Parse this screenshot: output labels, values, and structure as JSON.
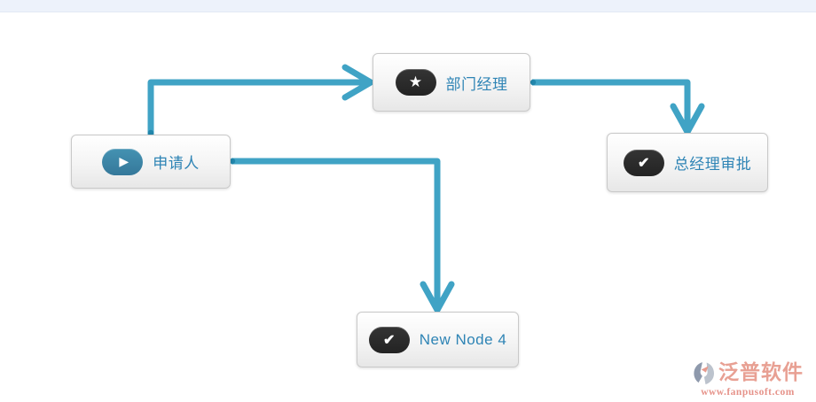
{
  "page": {
    "background": "#ffffff",
    "topbar_color": "#edf2fb"
  },
  "icons": {
    "play": "▶",
    "star": "★",
    "check": "✔"
  },
  "flowchart": {
    "connector_color": "#40a3c5",
    "endpoint_color": "#2286ab",
    "label_color": "#2e84b5",
    "nodes": [
      {
        "id": "applicant",
        "label": "申请人",
        "icon": "play-icon",
        "icon_bg": "#3a87a9"
      },
      {
        "id": "department-manager",
        "label": "部门经理",
        "icon": "star-icon",
        "icon_bg": "#2d2d2d"
      },
      {
        "id": "general-manager-approval",
        "label": "总经理审批",
        "icon": "check-icon",
        "icon_bg": "#2d2d2d"
      },
      {
        "id": "new-node-4",
        "label": "New Node 4",
        "icon": "check-icon",
        "icon_bg": "#2d2d2d"
      }
    ],
    "connections": [
      {
        "from": "applicant",
        "to": "department-manager"
      },
      {
        "from": "department-manager",
        "to": "general-manager-approval"
      },
      {
        "from": "applicant",
        "to": "new-node-4"
      }
    ]
  },
  "watermark": {
    "brand": "泛普软件",
    "url": "www.fanpusoft.com",
    "text_color": "#e8a093"
  }
}
